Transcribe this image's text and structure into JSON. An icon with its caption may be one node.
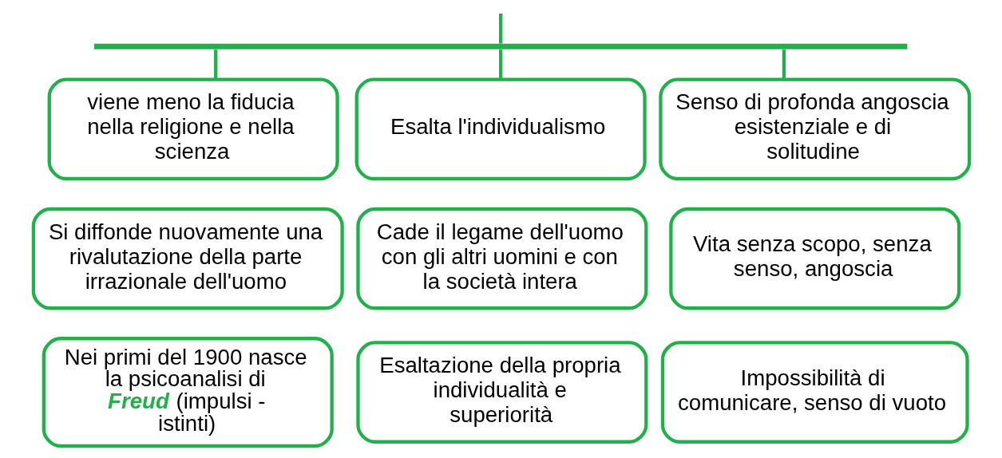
{
  "diagram": {
    "nodes": [
      {
        "text": [],
        "shape": "bar"
      },
      {
        "text": [
          "viene meno la fiducia nella religione e nella scienza"
        ]
      },
      {
        "text": [
          "Si diffonde nuovamente una rivalutazione della parte irrazionale dell'uomo"
        ]
      },
      {
        "text": [
          "Nei primi del 1900 nasce la psicoanalisi di **Freud** (impulsi - istinti)"
        ]
      },
      {
        "text": [
          "Esalta l'individualismo"
        ]
      },
      {
        "text": [
          "Cade il legame dell'uomo con gli altri uomini e con la società intera"
        ]
      },
      {
        "text": [
          "Esaltazione della propria individualità e superiorità"
        ]
      },
      {
        "text": [
          "Senso di profonda angoscia esistenziale e di solitudine"
        ]
      },
      {
        "text": [
          "Vita senza scopo, senza senso, angoscia"
        ]
      },
      {
        "text": [
          "Impossibilità di comunicare, senso di vuoto"
        ]
      }
    ],
    "edges": [
      {
        "from": null,
        "to": 0,
        "arrow": "none"
      },
      {
        "from": 0,
        "to": 1,
        "arrow": "none"
      },
      {
        "from": 0,
        "to": 4,
        "arrow": "none"
      },
      {
        "from": 0,
        "to": 7,
        "arrow": "none"
      }
    ]
  }
}
